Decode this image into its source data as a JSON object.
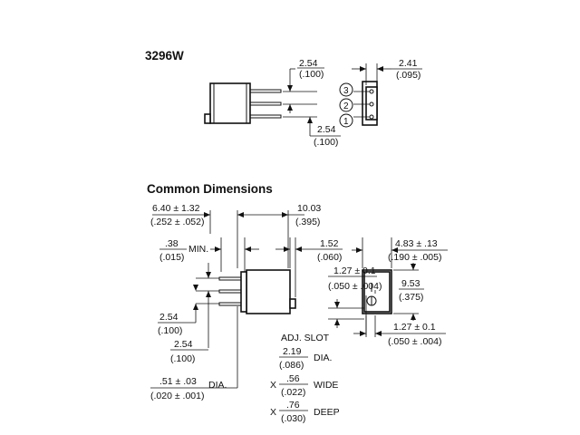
{
  "model": {
    "title": "3296W",
    "lead_spacing_top": [
      "2.54",
      "(.100)"
    ],
    "lead_spacing_bottom": [
      "2.54",
      "(.100)"
    ],
    "end_width": [
      "2.41",
      "(.095)"
    ],
    "pins": [
      "3",
      "2",
      "1"
    ]
  },
  "common": {
    "title": "Common Dimensions",
    "overall_length": [
      "6.40 ± 1.32",
      "(.252 ± .052)"
    ],
    "body_length": [
      "10.03",
      "(.395)"
    ],
    "lead_offset": [
      ".38",
      "(.015)"
    ],
    "lead_offset_suffix": "MIN.",
    "flange": [
      "1.52",
      "(.060)"
    ],
    "body_width": [
      "4.83 ± .13",
      "(.190 ± .005)"
    ],
    "slot_offset": [
      "1.27 ± 0.1",
      "(.050 ± .004)"
    ],
    "height": [
      "9.53",
      "(.375)"
    ],
    "bottom_offset": [
      "1.27 ± 0.1",
      "(.050 ± .004)"
    ],
    "pitch_1": [
      "2.54",
      "(.100)"
    ],
    "pitch_2": [
      "2.54",
      "(.100)"
    ],
    "lead_dia": [
      ".51 ± .03",
      "(.020 ± .001)"
    ],
    "lead_dia_suffix": "DIA.",
    "slot_title": "ADJ. SLOT",
    "slot_dia": [
      "2.19",
      "(.086)"
    ],
    "slot_dia_suffix": "DIA.",
    "slot_wide": [
      "X",
      ".56",
      "(.022)",
      "WIDE"
    ],
    "slot_deep": [
      "X",
      ".76",
      "(.030)",
      "DEEP"
    ]
  }
}
